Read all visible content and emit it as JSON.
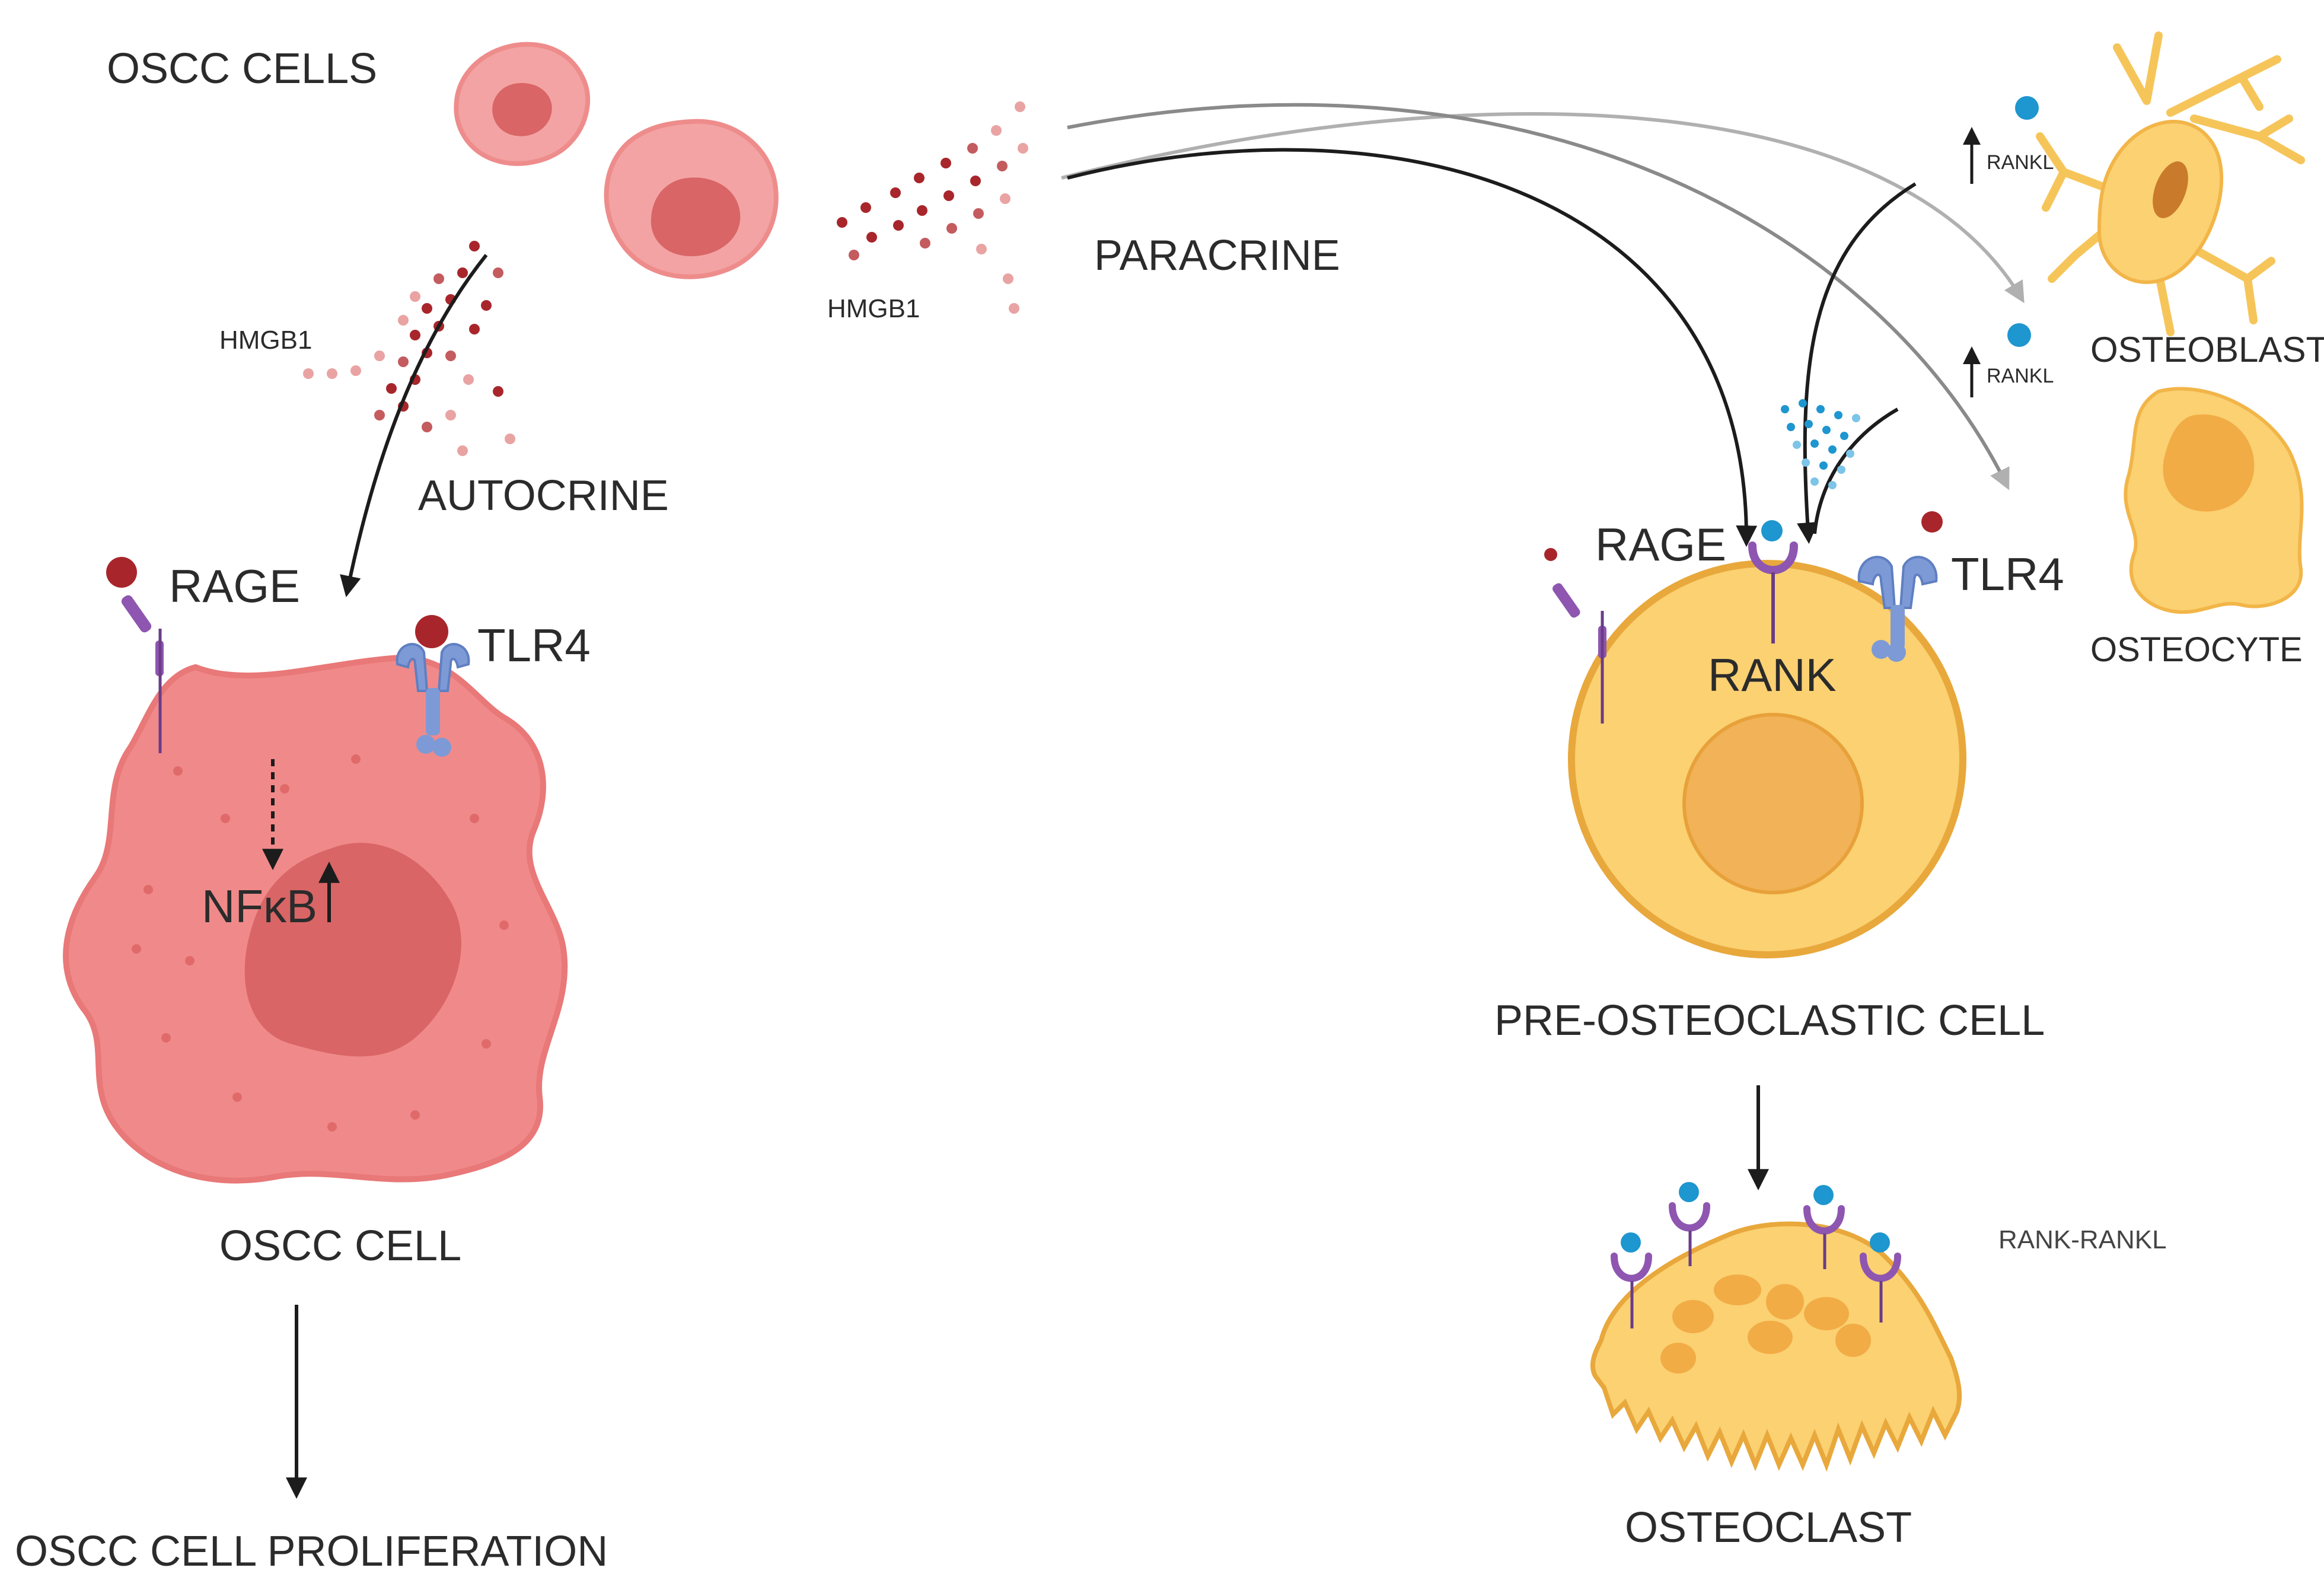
{
  "labels": {
    "oscc_cells": "OSCC CELLS",
    "hmgb1_autocrine": "HMGB1",
    "hmgb1_paracrine": "HMGB1",
    "paracrine": "PARACRINE",
    "autocrine": "AUTOCRINE",
    "rage_left": "RAGE",
    "tlr4_left": "TLR4",
    "nfkb": "NFκB",
    "oscc_cell": "OSCC CELL",
    "oscc_proliferation": "OSCC CELL PROLIFERATION",
    "rankl_osteoblast": "RANKL",
    "rankl_osteocyte": "RANKL",
    "osteoblast": "OSTEOBLAST",
    "osteocyte": "OSTEOCYTE",
    "rage_right": "RAGE",
    "tlr4_right": "TLR4",
    "rank": "RANK",
    "pre_osteoclastic": "PRE-OSTEOCLASTIC CELL",
    "rank_rankl": "RANK-RANKL",
    "osteoclast": "OSTEOCLAST"
  },
  "colors": {
    "oscc_cell": "#f08a8a",
    "oscc_nucleus": "#d96566",
    "hmgb1_dot": "#a8262b",
    "hmgb1_dot_light": "#e9a3a3",
    "rankl_dot": "#1e96cf",
    "rank_receptor": "#8e56b0",
    "tlr4_receptor": "#7d9ad6",
    "osteo_cell": "#fbd172",
    "osteo_nucleus": "#f2ac45",
    "arrow_dark": "#1c1c1c",
    "arrow_grey": "#a8a8a8"
  },
  "icons": [
    "oscc-cell-icon",
    "osteoblast-icon",
    "osteocyte-icon",
    "pre-osteoclast-icon",
    "osteoclast-icon",
    "rage-receptor-icon",
    "tlr4-receptor-icon",
    "rank-receptor-icon",
    "hmgb1-molecule-icon",
    "rankl-molecule-icon"
  ]
}
